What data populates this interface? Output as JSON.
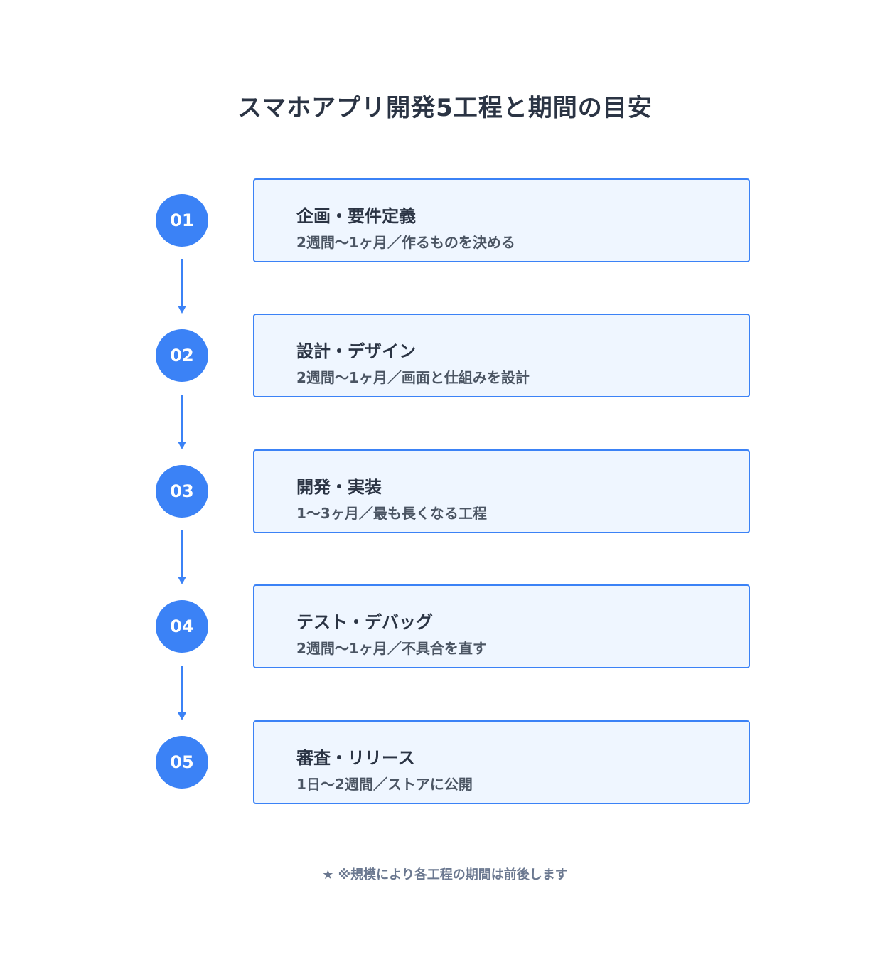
{
  "title": "スマホアプリ開発5工程と期間の目安",
  "steps": [
    {
      "number": "01",
      "title": "企画・要件定義",
      "desc": "2週間〜1ヶ月／作るものを決める"
    },
    {
      "number": "02",
      "title": "設計・デザイン",
      "desc": "2週間〜1ヶ月／画面と仕組みを設計"
    },
    {
      "number": "03",
      "title": "開発・実装",
      "desc": "1〜3ヶ月／最も長くなる工程"
    },
    {
      "number": "04",
      "title": "テスト・デバッグ",
      "desc": "2週間〜1ヶ月／不具合を直す"
    },
    {
      "number": "05",
      "title": "審査・リリース",
      "desc": "1日〜2週間／ストアに公開"
    }
  ],
  "footnote": "★ ※規模により各工程の期間は前後します",
  "colors": {
    "accent": "#3b82f6",
    "card_background": "#eff6ff",
    "title_text": "#2b3444",
    "desc_text": "#4b5563",
    "footnote_text": "#6b7890"
  },
  "icons": {
    "connector": "arrow-down-icon"
  }
}
